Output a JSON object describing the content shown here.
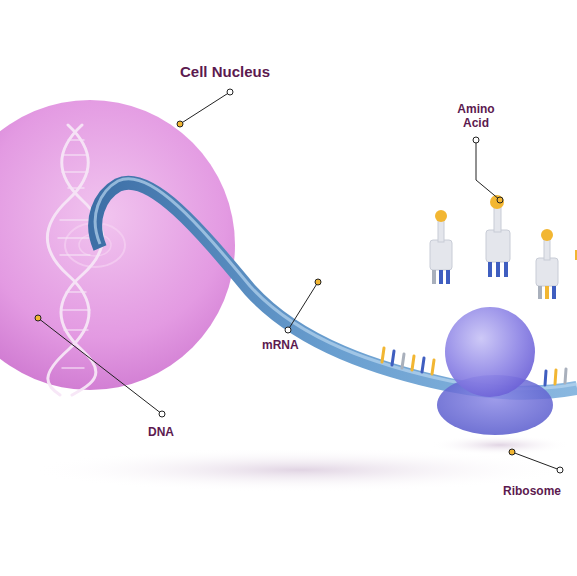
{
  "diagram": {
    "labels": [
      "Cell Nucleus",
      "Amino Acid",
      "mRNA",
      "DNA",
      "Ribosome"
    ]
  }
}
